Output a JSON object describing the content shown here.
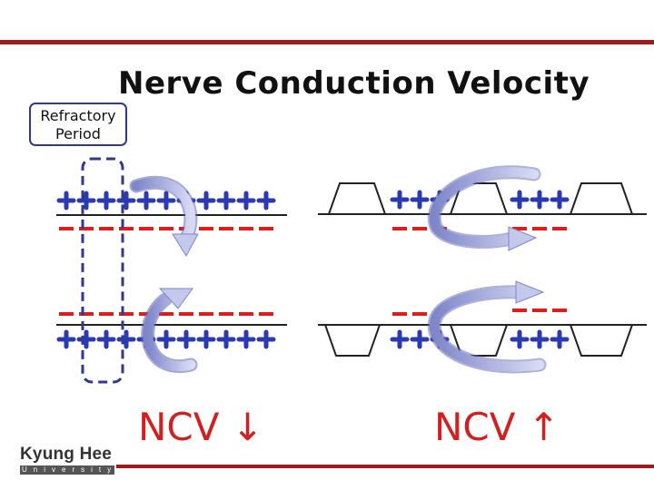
{
  "title": "Nerve Conduction Velocity",
  "refractory_label": {
    "line1": "Refractory",
    "line2": "Period"
  },
  "ncv_left": "NCV ↓",
  "ncv_right": "NCV ↑",
  "logo": {
    "name": "Kyung Hee",
    "sub": "University"
  },
  "colors": {
    "accent_bar": "#9b1d20",
    "plus": "#2b3ab0",
    "minus": "#e01b1b",
    "arrow": "#c8cbea",
    "ncv_text": "#d21f1f",
    "refractory_box": "#2f3a8f"
  }
}
